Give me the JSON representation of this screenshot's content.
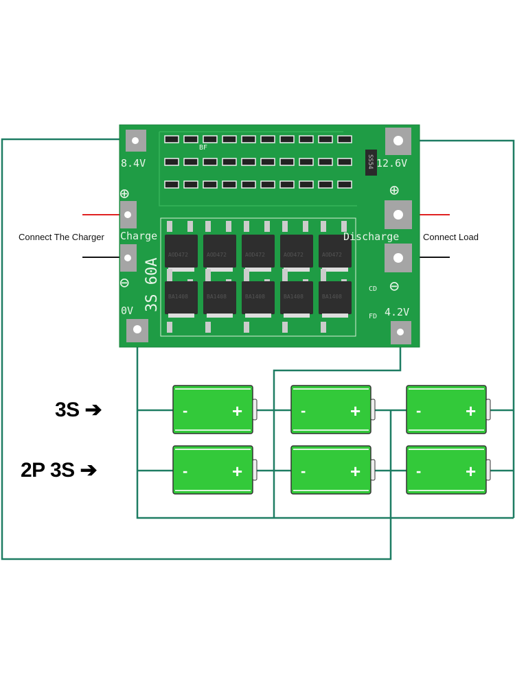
{
  "labels": {
    "charger": "Connect The Charger",
    "load": "Connect Load",
    "config_3s": "3S",
    "config_2p3s": "2P 3S",
    "arrow": "➔"
  },
  "board": {
    "pad_8v4": "8.4V",
    "pad_12v6": "12.6V",
    "pad_0v": "0V",
    "pad_4v2": "4.2V",
    "charge": "Charge",
    "discharge": "Discharge",
    "rating": "3S 60A",
    "bf": "BF",
    "cd": "CD",
    "fd": "FD",
    "diode": "SS54",
    "mosfet_top": "AOD472",
    "mosfet_bottom": "BA1408",
    "plus": "⊕",
    "minus": "⊖"
  },
  "battery": {
    "neg": "-",
    "pos": "+"
  },
  "colors": {
    "wire": "#1d7c62",
    "pcb": "#1f9c45",
    "battery": "#33c93a",
    "red_wire": "#e02020",
    "black_wire": "#111111"
  }
}
